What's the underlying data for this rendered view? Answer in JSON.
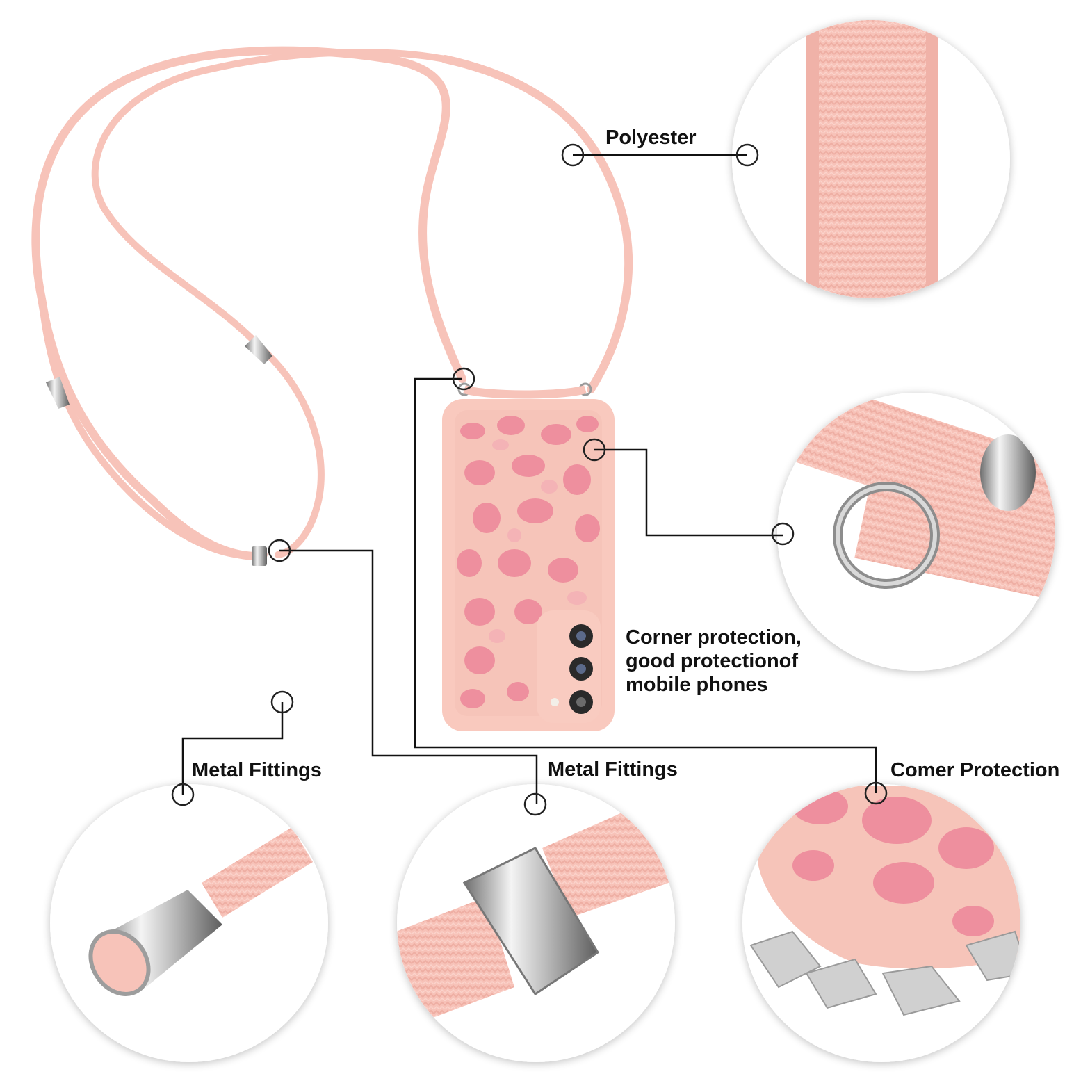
{
  "labels": {
    "polyester": "Polyester",
    "corner_protection_lines": [
      "Corner protection,",
      "good protectionof",
      "mobile phones"
    ],
    "metal_fittings_left": "Metal Fittings",
    "metal_fittings_middle": "Metal Fittings",
    "comer_protection": "Comer Protection"
  },
  "colors": {
    "background": "#ffffff",
    "cord_pink": "#f7c3b9",
    "case_pink": "#f9c9be",
    "leopard_spot": "#ee8f9e",
    "leopard_light": "#f4b3b6",
    "callout_line": "#111111",
    "metal": "#c8c8c8",
    "circle_shadow": "#e6e6e6"
  },
  "icons": {
    "camera": "camera-lens-icon",
    "flash": "flash-icon"
  }
}
